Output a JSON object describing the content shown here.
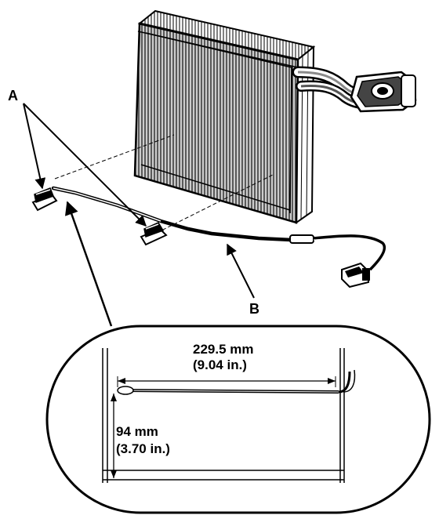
{
  "callouts": {
    "a": "A",
    "b": "B"
  },
  "dimensions": {
    "length_mm": "229.5 mm",
    "length_in": "(9.04 in.)",
    "height_mm": "94 mm",
    "height_in": "(3.70 in.)"
  },
  "colors": {
    "ink": "#000000",
    "paper": "#ffffff",
    "shade": "#8a8a8a"
  }
}
